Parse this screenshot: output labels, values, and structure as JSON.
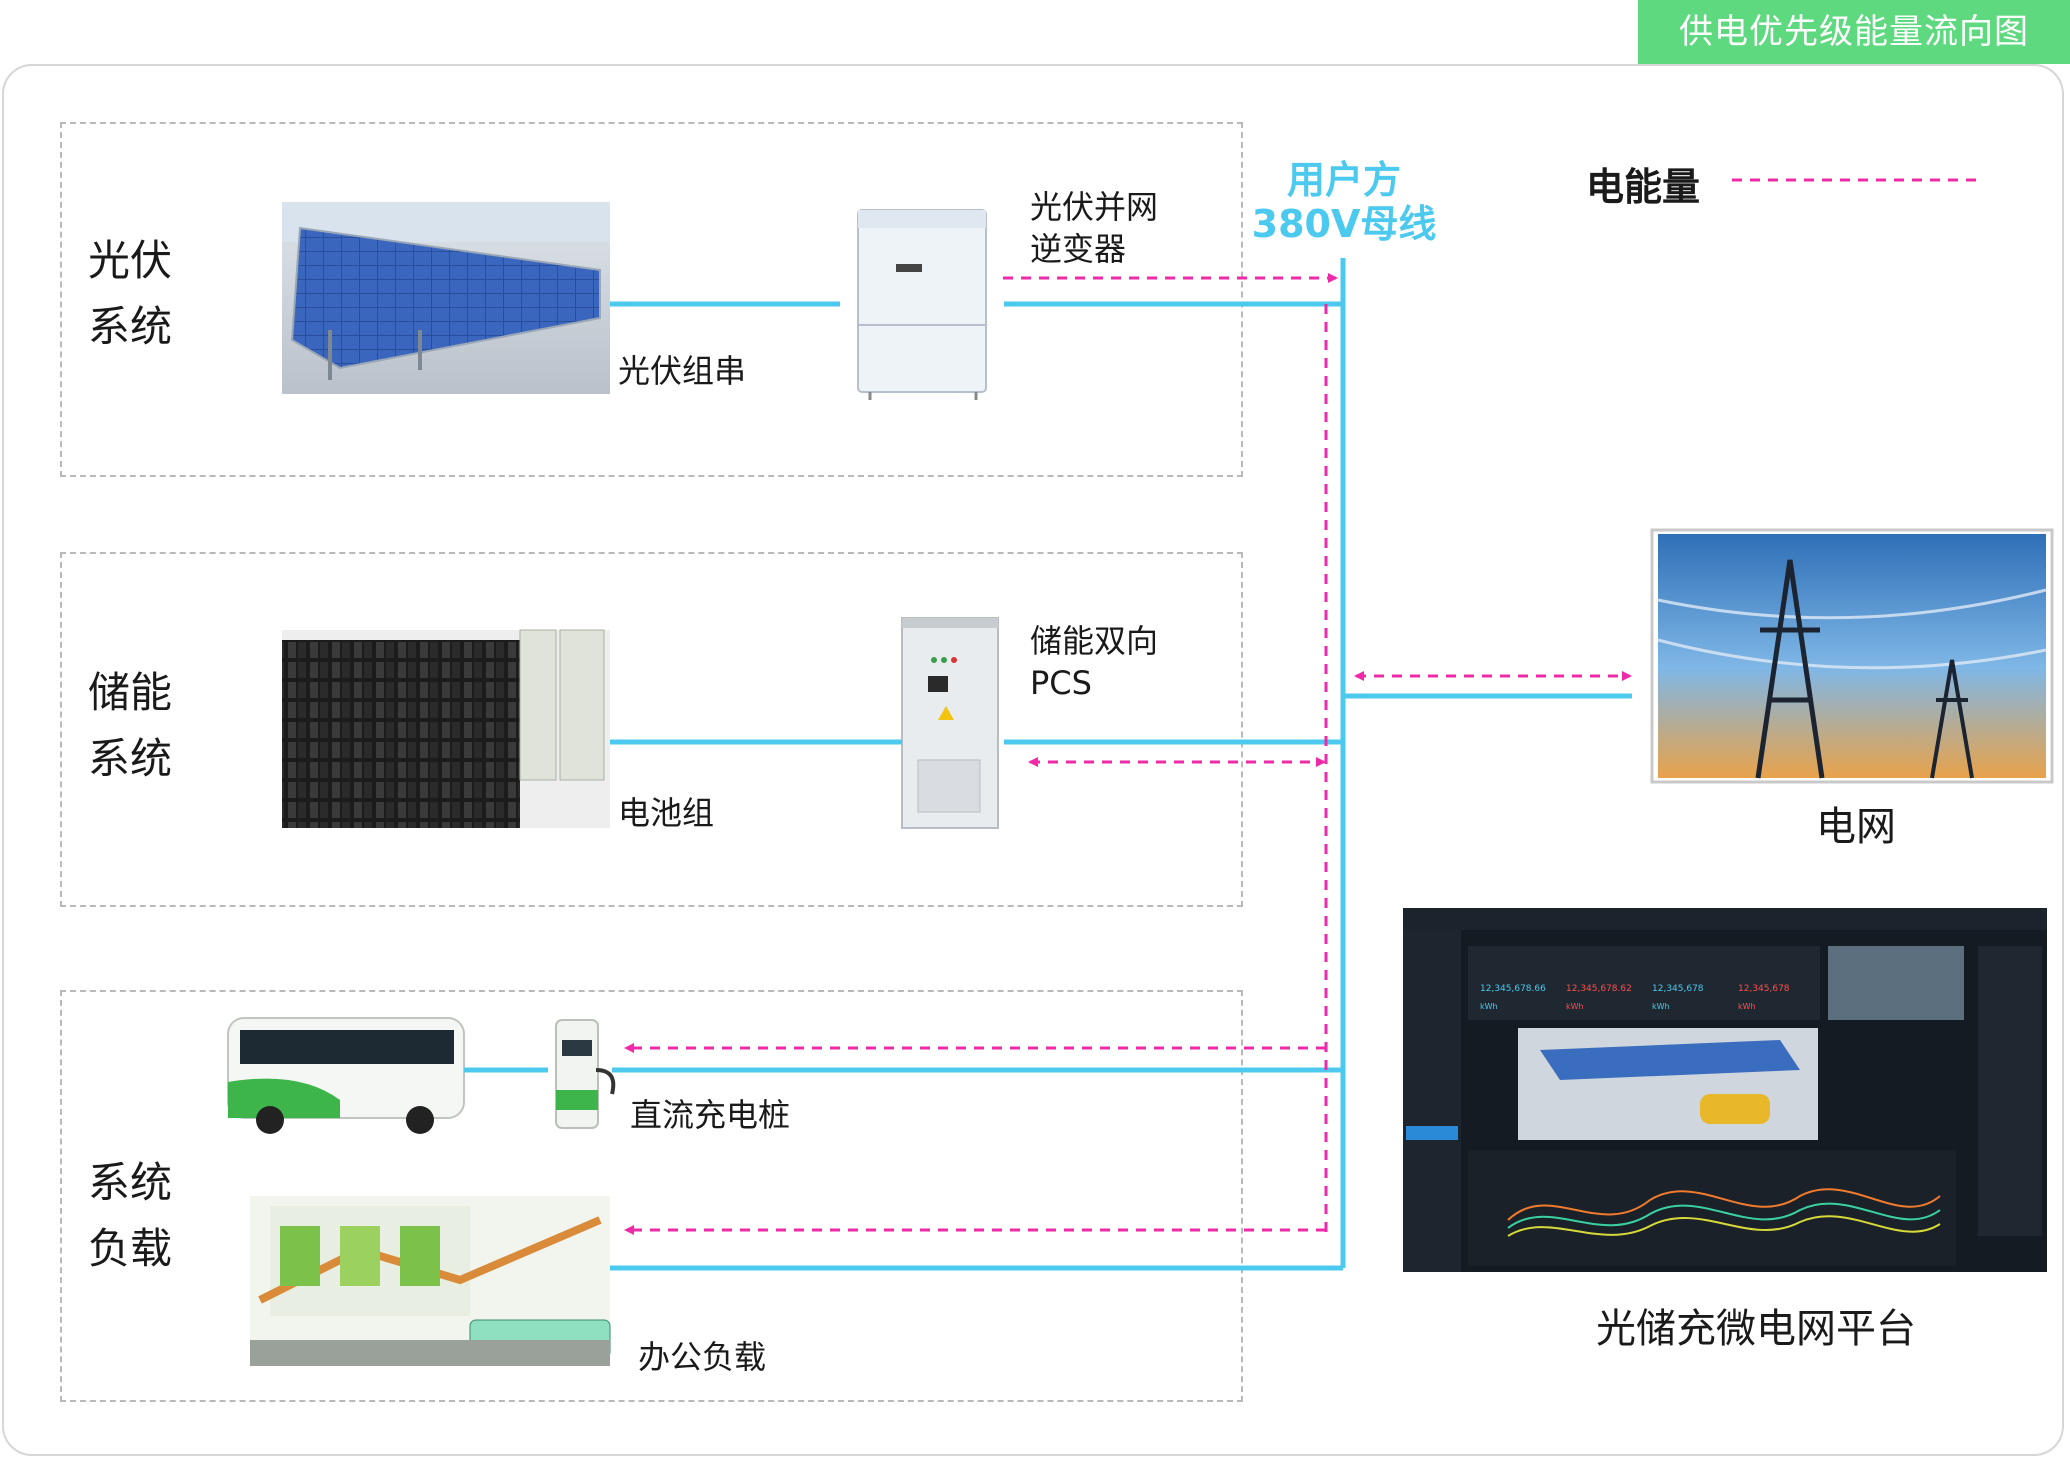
{
  "header": {
    "title": "供电优先级能量流向图"
  },
  "legend": {
    "label": "电能量"
  },
  "bus": {
    "line1": "用户方",
    "line2": "380V母线"
  },
  "systems": {
    "pv": {
      "name_line1": "光伏",
      "name_line2": "系统",
      "string_label": "光伏组串",
      "inverter_line1": "光伏并网",
      "inverter_line2": "逆变器"
    },
    "storage": {
      "name_line1": "储能",
      "name_line2": "系统",
      "battery_label": "电池组",
      "pcs_line1": "储能双向",
      "pcs_line2": "PCS"
    },
    "load": {
      "name_line1": "系统",
      "name_line2": "负载",
      "charger_label": "直流充电桩",
      "office_label": "办公负载"
    }
  },
  "grid": {
    "label": "电网"
  },
  "platform": {
    "label": "光储充微电网平台",
    "values": [
      "12,345,678.66",
      "12,345,678.62",
      "12,345,678",
      "12,345,678"
    ],
    "unit": "kWh"
  },
  "colors": {
    "bus": "#4cc9ef",
    "energy_flow": "#ee2aa8",
    "tag": "#5fd97f"
  }
}
